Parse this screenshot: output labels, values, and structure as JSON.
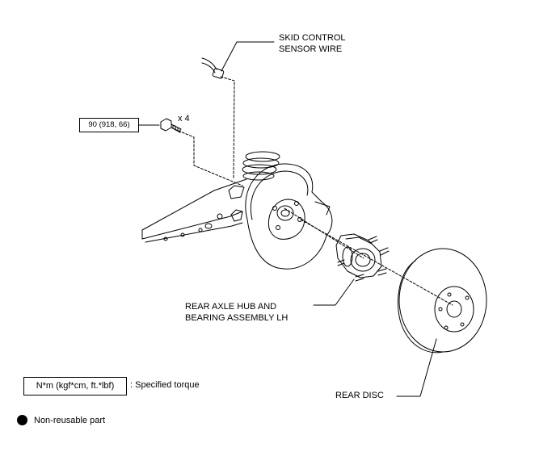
{
  "labels": {
    "skid_sensor_line1": "SKID CONTROL",
    "skid_sensor_line2": "SENSOR WIRE",
    "bolt_count": "x 4",
    "hub_line1": "REAR AXLE HUB AND",
    "hub_line2": "BEARING ASSEMBLY LH",
    "rear_disc": "REAR DISC"
  },
  "torque_spec": "90 (918, 66)",
  "legend": {
    "torque_unit": "N*m (kgf*cm, ft.*lbf)",
    "torque_desc": ": Specified torque",
    "nonreusable_desc": "Non-reusable part"
  }
}
